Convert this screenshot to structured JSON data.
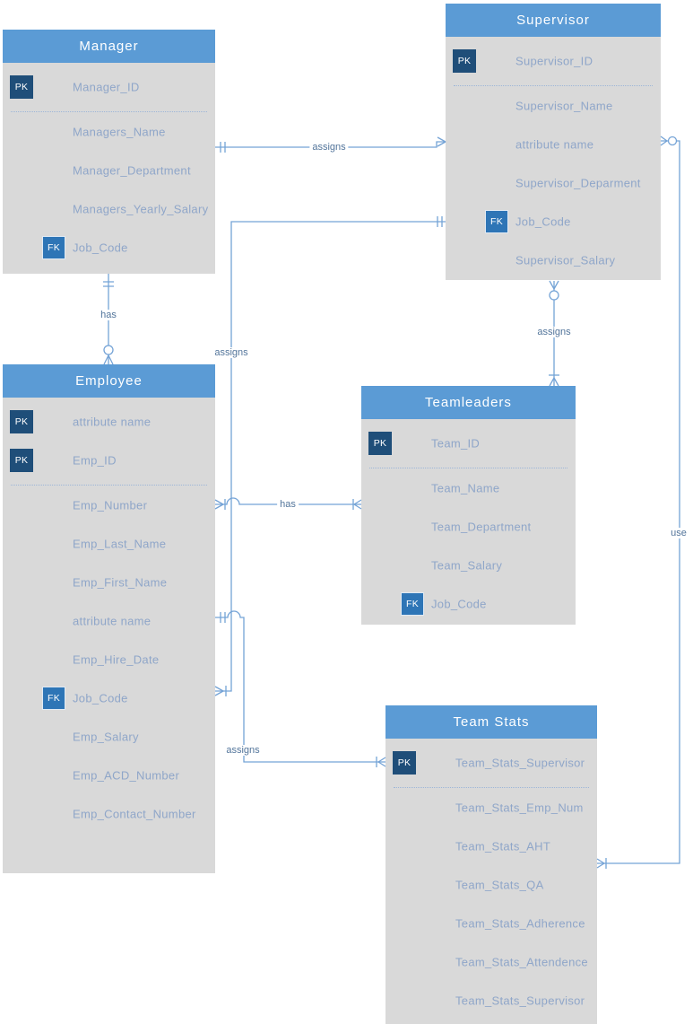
{
  "diagram": {
    "colors": {
      "entity_header": "#5b9bd5",
      "entity_body": "#d9d9d9",
      "pk_badge": "#1f4e79",
      "fk_badge": "#2e75b6",
      "attribute_text": "#8fa6c9",
      "relationship_line": "#74a3d6",
      "relationship_label_text": "#53759b",
      "background": "#ffffff"
    },
    "entities": [
      {
        "id": "manager",
        "title": "Manager",
        "rows": [
          {
            "key": "PK",
            "label": "Manager_ID"
          },
          {
            "type": "separator"
          },
          {
            "label": "Managers_Name"
          },
          {
            "label": "Manager_Department"
          },
          {
            "label": "Managers_Yearly_Salary"
          },
          {
            "key": "FK",
            "label": "Job_Code"
          }
        ]
      },
      {
        "id": "supervisor",
        "title": "Supervisor",
        "rows": [
          {
            "key": "PK",
            "label": "Supervisor_ID"
          },
          {
            "type": "separator"
          },
          {
            "label": "Supervisor_Name"
          },
          {
            "label": "attribute name"
          },
          {
            "label": "Supervisor_Deparment"
          },
          {
            "key": "FK",
            "label": "Job_Code"
          },
          {
            "label": "Supervisor_Salary"
          }
        ]
      },
      {
        "id": "employee",
        "title": "Employee",
        "rows": [
          {
            "key": "PK",
            "label": "attribute name"
          },
          {
            "key": "PK",
            "label": "Emp_ID"
          },
          {
            "type": "separator"
          },
          {
            "label": "Emp_Number"
          },
          {
            "label": "Emp_Last_Name"
          },
          {
            "label": "Emp_First_Name"
          },
          {
            "label": "attribute name"
          },
          {
            "label": "Emp_Hire_Date"
          },
          {
            "key": "FK",
            "label": "Job_Code"
          },
          {
            "label": "Emp_Salary"
          },
          {
            "label": "Emp_ACD_Number"
          },
          {
            "label": "Emp_Contact_Number"
          }
        ]
      },
      {
        "id": "teamleaders",
        "title": "Teamleaders",
        "rows": [
          {
            "key": "PK",
            "label": "Team_ID"
          },
          {
            "type": "separator"
          },
          {
            "label": "Team_Name"
          },
          {
            "label": "Team_Department"
          },
          {
            "label": "Team_Salary"
          },
          {
            "key": "FK",
            "label": "Job_Code"
          }
        ]
      },
      {
        "id": "teamstats",
        "title": "Team Stats",
        "rows": [
          {
            "key": "PK",
            "label": "Team_Stats_Supervisor"
          },
          {
            "type": "separator"
          },
          {
            "label": "Team_Stats_Emp_Num"
          },
          {
            "label": "Team_Stats_AHT"
          },
          {
            "label": "Team_Stats_QA"
          },
          {
            "label": "Team_Stats_Adherence"
          },
          {
            "label": "Team_Stats_Attendence"
          },
          {
            "label": "Team_Stats_Supervisor"
          }
        ]
      }
    ],
    "relationships": [
      {
        "label": "assigns",
        "from": "Manager",
        "to": "Supervisor",
        "from_end": "one-and-only-one",
        "to_end": "many"
      },
      {
        "label": "has",
        "from": "Manager",
        "to": "Employee",
        "from_end": "one-and-only-one",
        "to_end": "zero-or-many"
      },
      {
        "label": "assigns",
        "from": "Supervisor",
        "to": "Employee",
        "from_end": "one-and-only-one",
        "to_end": "one-or-many"
      },
      {
        "label": "assigns",
        "from": "Supervisor",
        "to": "Teamleaders",
        "from_end": "zero-or-many",
        "to_end": "one-or-many"
      },
      {
        "label": "has",
        "from": "Employee",
        "to": "Teamleaders",
        "from_end": "one-or-many",
        "to_end": "one-or-many"
      },
      {
        "label": "assigns",
        "from": "Employee",
        "to": "Team Stats",
        "from_end": "one-and-only-one",
        "to_end": "one-or-many"
      },
      {
        "label": "use",
        "from": "Supervisor",
        "to": "Team Stats",
        "from_end": "zero-or-many",
        "to_end": "one-or-many"
      }
    ]
  }
}
